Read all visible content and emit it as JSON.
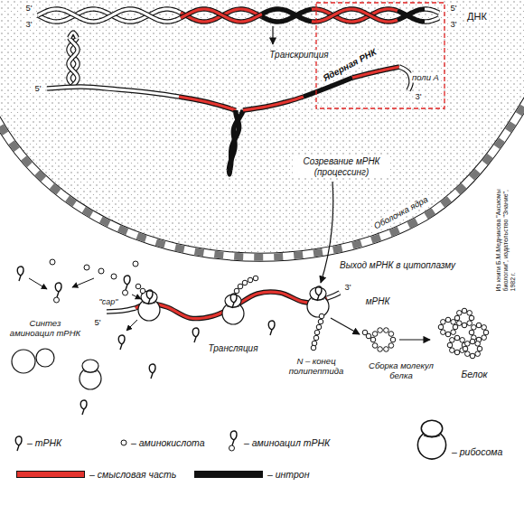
{
  "diagram": {
    "labels": [
      "5'",
      "3'",
      "5'",
      "ДНК",
      "3'",
      "Транскрипция",
      "5'",
      "Ядерная РНК",
      "поли А",
      "3'",
      "Созревание мРНК (процессинг)",
      "Оболочка ядра",
      "Из книги Б.М.Медникова \"Аксиомы биологии\", издательство \"Знание\", 1982 г.",
      "Выход мРНК в цитоплазму",
      "Синтез аминоацил тРНК",
      "\"cap\"",
      "5'",
      "3'",
      "мРНК",
      "Трансляция",
      "N – конец полипептида",
      "Сборка молекул белка",
      "Белок"
    ],
    "legend": [
      {
        "text": "– тРНК"
      },
      {
        "text": "– аминокислота"
      },
      {
        "text": "– аминоацил тРНК"
      },
      {
        "text": "– рибосома"
      },
      {
        "text": "– смысловая часть",
        "color": "#e3342f"
      },
      {
        "text": "– интрон",
        "color": "#111111"
      }
    ]
  }
}
